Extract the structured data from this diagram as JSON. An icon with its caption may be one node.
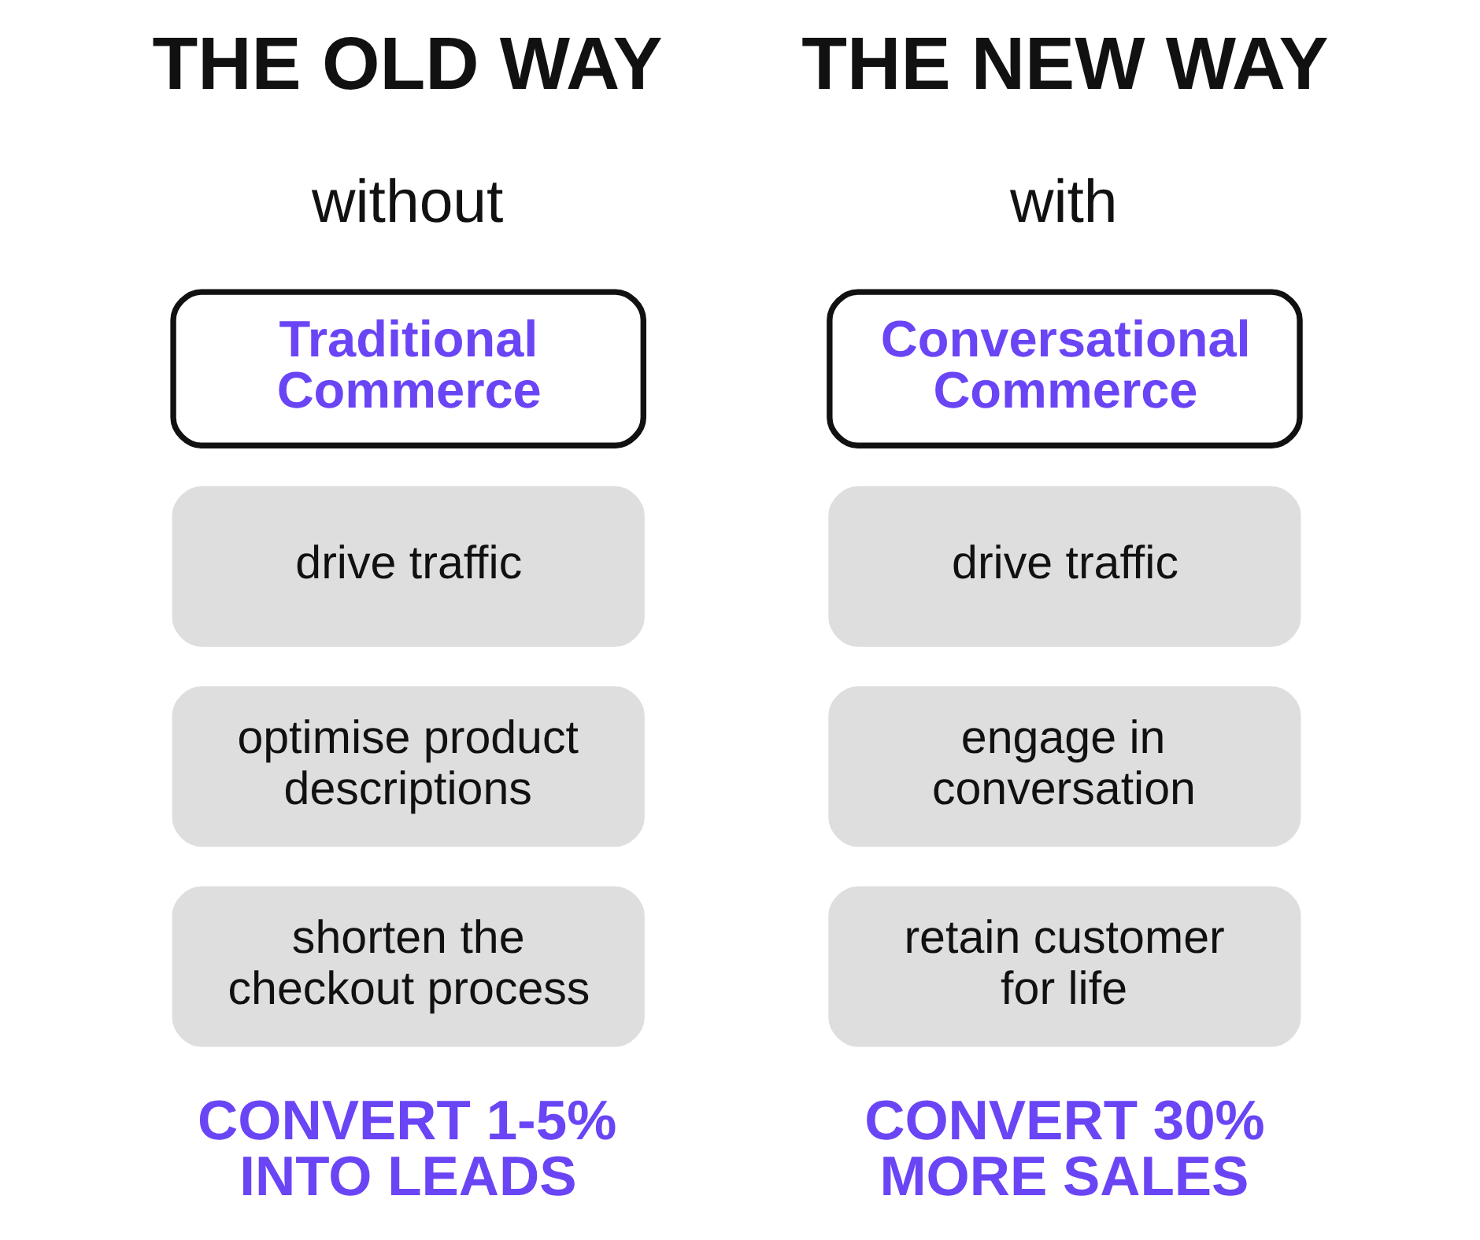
{
  "diagram": {
    "nodes": [
      {
        "text": [
          "Traditional Commerce"
        ]
      },
      {
        "text": [
          "drive traffic"
        ]
      },
      {
        "text": [
          "optimise product descriptions"
        ]
      },
      {
        "text": [
          "shorten the checkout process"
        ]
      },
      {
        "text": [
          "Conversational Commerce"
        ]
      },
      {
        "text": [
          "drive traffic"
        ]
      },
      {
        "text": [
          "engage in conversation"
        ]
      },
      {
        "text": [
          "retain customer for life"
        ]
      }
    ],
    "labels": [
      "THE OLD WAY",
      "without",
      "THE NEW WAY",
      "with",
      "CONVERT 1-5% INTO LEADS",
      "CONVERT 30% MORE SALES"
    ]
  }
}
